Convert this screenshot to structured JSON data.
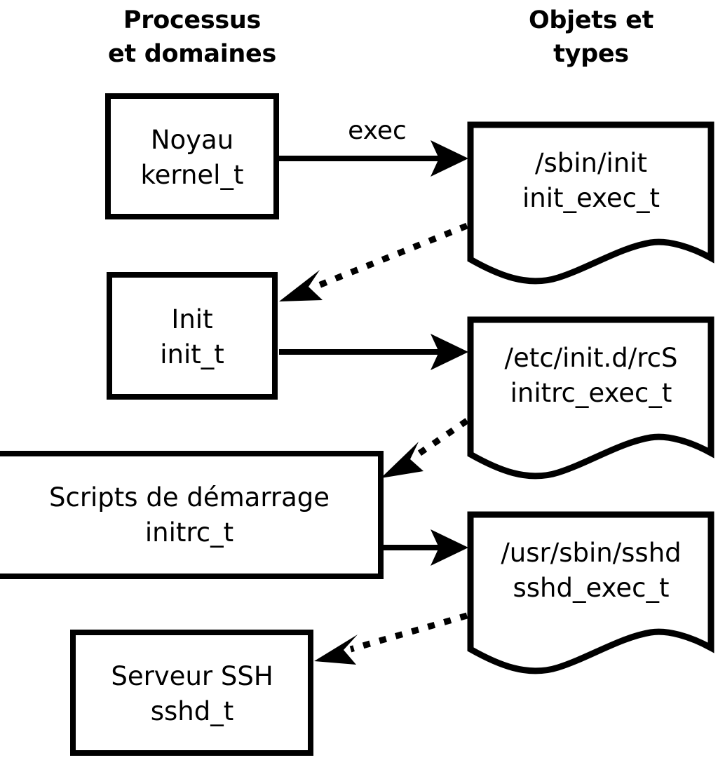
{
  "diagram": {
    "title_left": "Processus\net domaines",
    "columns": {
      "left": {
        "line1": "Processus",
        "line2": "et domaines"
      },
      "right": {
        "line1": "Objets et",
        "line2": "types"
      }
    },
    "processes": [
      {
        "id": "kernel",
        "name": "Noyau",
        "type": "kernel_t"
      },
      {
        "id": "init",
        "name": "Init",
        "type": "init_t"
      },
      {
        "id": "initrc",
        "name": "Scripts de démarrage",
        "type": "initrc_t"
      },
      {
        "id": "sshd",
        "name": "Serveur SSH",
        "type": "sshd_t"
      }
    ],
    "objects": [
      {
        "id": "init_exec",
        "path": "/sbin/init",
        "type": "init_exec_t"
      },
      {
        "id": "initrc_exec",
        "path": "/etc/init.d/rcS",
        "type": "initrc_exec_t"
      },
      {
        "id": "sshd_exec",
        "path": "/usr/sbin/sshd",
        "type": "sshd_exec_t"
      }
    ],
    "edges": [
      {
        "id": "e1",
        "from": "kernel",
        "to": "init_exec",
        "label": "exec",
        "style": "solid"
      },
      {
        "id": "e2",
        "from": "init_exec",
        "to": "init",
        "label": "",
        "style": "dotted"
      },
      {
        "id": "e3",
        "from": "init",
        "to": "initrc_exec",
        "label": "",
        "style": "solid"
      },
      {
        "id": "e4",
        "from": "initrc_exec",
        "to": "initrc",
        "label": "",
        "style": "dotted"
      },
      {
        "id": "e5",
        "from": "initrc",
        "to": "sshd_exec",
        "label": "",
        "style": "solid"
      },
      {
        "id": "e6",
        "from": "sshd_exec",
        "to": "sshd",
        "label": "",
        "style": "dotted"
      }
    ],
    "colors": {
      "background": "#ffffff",
      "stroke": "#000000",
      "text": "#000000"
    }
  }
}
